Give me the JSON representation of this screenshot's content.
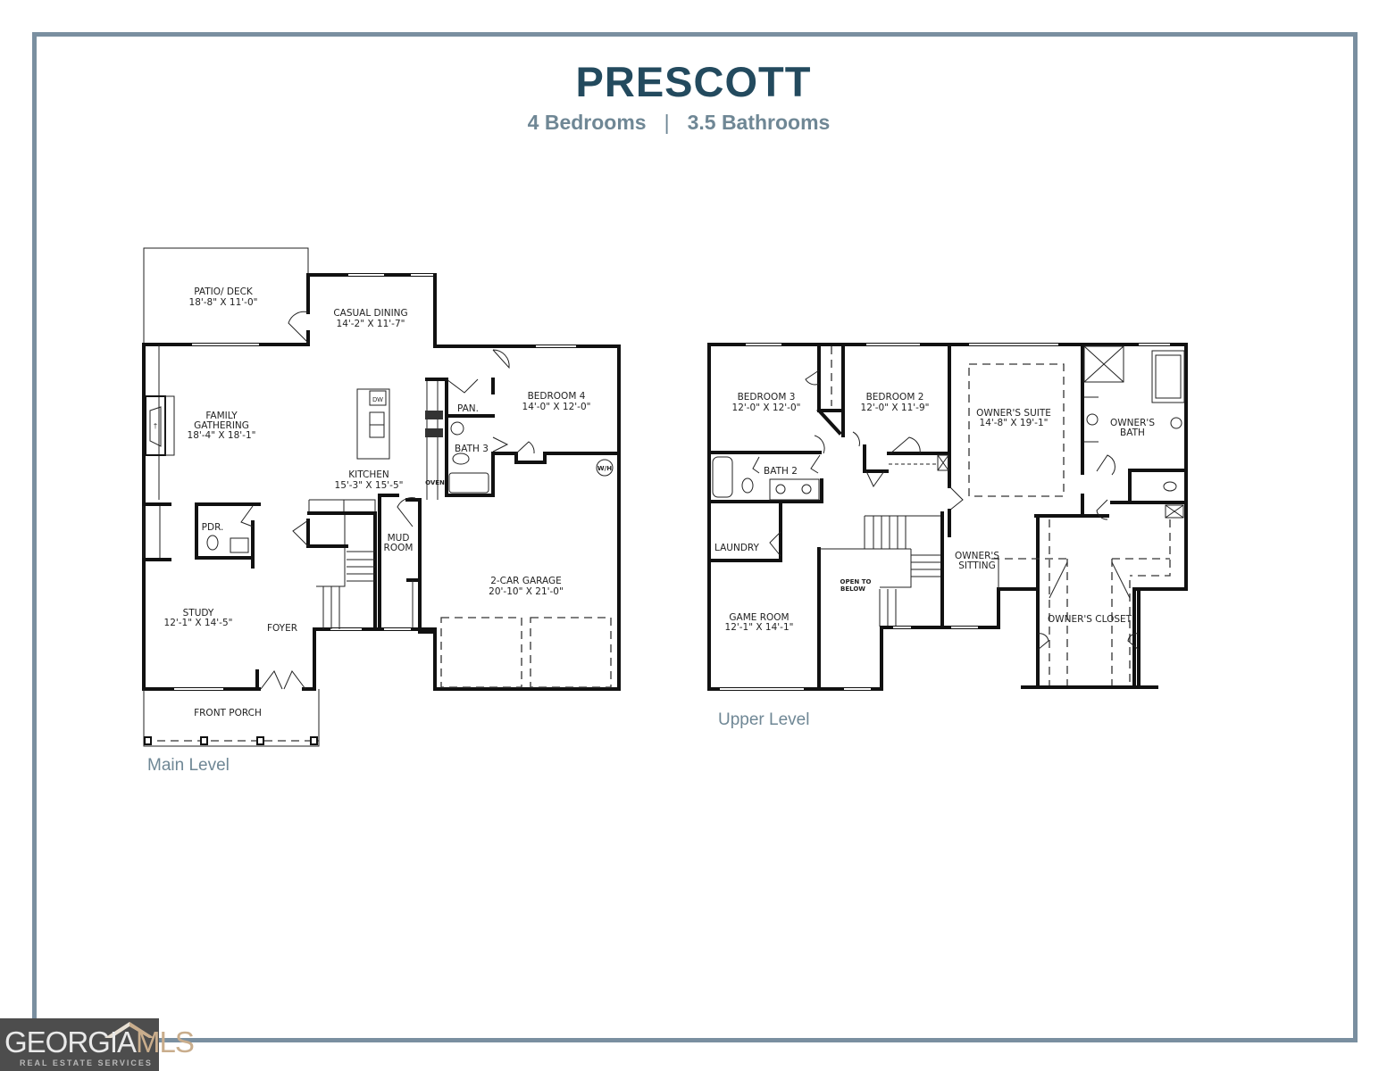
{
  "header": {
    "title": "PRESCOTT",
    "bedrooms": "4 Bedrooms",
    "separator": "|",
    "bathrooms": "3.5 Bathrooms"
  },
  "colors": {
    "frame": "#7a8fa0",
    "title": "#234a5e",
    "subtitle": "#6f8795",
    "walls": "#111111",
    "logo_bg": "#4d4d4d",
    "logo_accent": "#c9ad8c"
  },
  "main_level": {
    "label": "Main Level",
    "rooms": {
      "patio": {
        "name": "PATIO/ DECK",
        "dims": "18'-8\" X 11'-0\""
      },
      "casual_dining": {
        "name": "CASUAL DINING",
        "dims": "14'-2\" X 11'-7\""
      },
      "family": {
        "name1": "FAMILY",
        "name2": "GATHERING",
        "dims": "18'-4\" X 18'-1\""
      },
      "kitchen": {
        "name": "KITCHEN",
        "dims": "15'-3\" X 15'-5\""
      },
      "bedroom4": {
        "name": "BEDROOM 4",
        "dims": "14'-0\" X 12'-0\""
      },
      "pantry": {
        "name": "PAN."
      },
      "bath3": {
        "name": "BATH 3"
      },
      "oven": {
        "name": "OVEN"
      },
      "dw": {
        "name": "DW"
      },
      "wh": {
        "name": "W/H"
      },
      "pdr": {
        "name": "PDR."
      },
      "mud_room": {
        "name1": "MUD",
        "name2": "ROOM"
      },
      "study": {
        "name": "STUDY",
        "dims": "12'-1\" X 14'-5\""
      },
      "foyer": {
        "name": "FOYER"
      },
      "garage": {
        "name": "2-CAR GARAGE",
        "dims": "20'-10\" X 21'-0\""
      },
      "front_porch": {
        "name": "FRONT PORCH"
      }
    }
  },
  "upper_level": {
    "label": "Upper Level",
    "rooms": {
      "bedroom3": {
        "name": "BEDROOM 3",
        "dims": "12'-0\" X 12'-0\""
      },
      "bedroom2": {
        "name": "BEDROOM 2",
        "dims": "12'-0\" X 11'-9\""
      },
      "owners_suite": {
        "name": "OWNER'S SUITE",
        "dims": "14'-8\" X 19'-1\""
      },
      "owners_bath": {
        "name1": "OWNER'S",
        "name2": "BATH"
      },
      "bath2": {
        "name": "BATH 2"
      },
      "laundry": {
        "name": "LAUNDRY"
      },
      "game_room": {
        "name": "GAME ROOM",
        "dims": "12'-1\" X 14'-1\""
      },
      "open_to_below": {
        "name1": "OPEN TO",
        "name2": "BELOW"
      },
      "owners_sitting": {
        "name1": "OWNER'S",
        "name2": "SITTING"
      },
      "owners_closet": {
        "name": "OWNER'S CLOSET"
      }
    }
  },
  "logo": {
    "brand_main": "GEORGIA",
    "brand_accent": "MLS",
    "tagline": "REAL ESTATE SERVICES"
  }
}
